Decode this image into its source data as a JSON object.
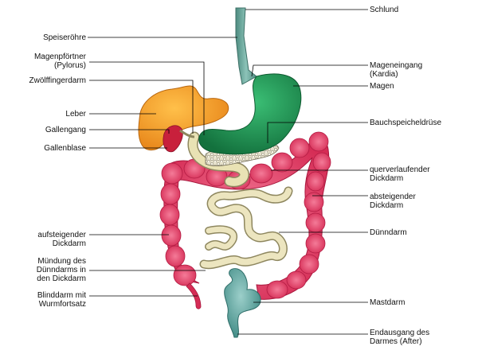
{
  "labels_left": {
    "speiseroehre": "Speiseröhre",
    "magenpfoertner": "Magenpförtner\n(Pylorus)",
    "zwoelffingerdarm": "Zwölffingerdarm",
    "leber": "Leber",
    "gallengang": "Gallengang",
    "gallenblase": "Gallenblase",
    "aufsteigender_dickdarm": "aufsteigender\nDickdarm",
    "muendung": "Mündung des\nDünndarms in\nden Dickdarm",
    "blinddarm": "Blinddarm mit\nWurmfortsatz"
  },
  "labels_right": {
    "schlund": "Schlund",
    "mageneingang": "Mageneingang\n(Kardia)",
    "magen": "Magen",
    "bauchspeicheldruese": "Bauchspeicheldrüse",
    "querverlaufender": "querverlaufender\nDickdarm",
    "absteigender": "absteigender\nDickdarm",
    "duenndarm": "Dünndarm",
    "mastdarm": "Mastdarm",
    "endausgang": "Endausgang des\nDarmes (After)"
  },
  "colors": {
    "liver": "#f39c1f",
    "stomach": "#1f9a56",
    "esophagus": "#6aa39a",
    "colon": "#e8406b",
    "small_intestine": "#e9e2b4",
    "pancreas": "#dcd7c1",
    "rectum": "#6aa6a2",
    "gallbladder": "#c8203c"
  }
}
